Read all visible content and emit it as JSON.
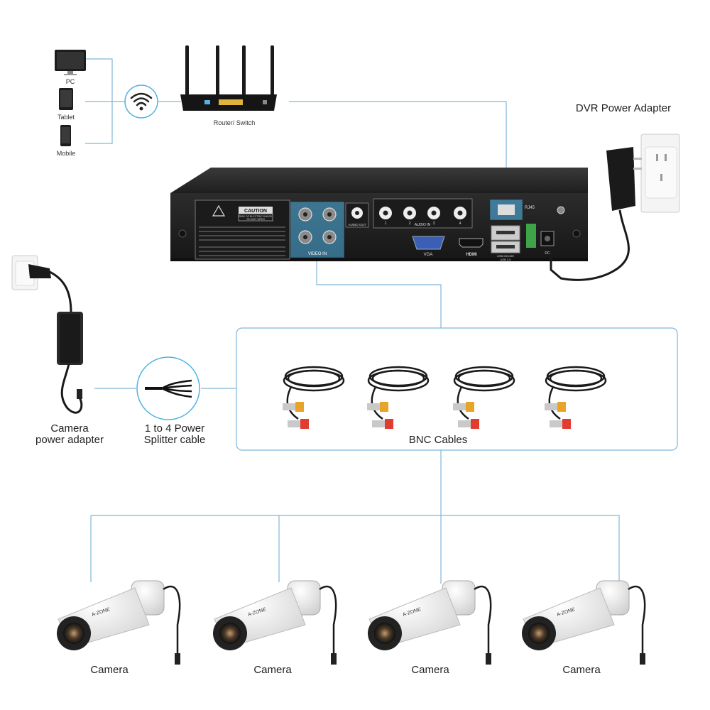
{
  "devices": {
    "pc": "PC",
    "tablet": "Tablet",
    "mobile": "Mobile"
  },
  "router": {
    "label": "Router/ Switch"
  },
  "dvr": {
    "caution_title": "CAUTION",
    "caution_line1": "RISK OF ELECTRIC SHOCK",
    "caution_line2": "DO NOT OPEN",
    "video_in": "VIDEO IN",
    "audio_out": "AUDIO OUT",
    "audio_in": "AUDIO IN",
    "vga": "VGA",
    "hdmi": "HDMI",
    "rj45": "RJ45",
    "usb": "USB MOUSE",
    "usb2": "USB 2.0",
    "dc": "DC",
    "ch1": "1",
    "ch2": "2",
    "ch3": "3",
    "ch4": "4"
  },
  "dvr_adapter": {
    "label": "DVR Power Adapter"
  },
  "camera_adapter": {
    "line1": "Camera",
    "line2": "power adapter"
  },
  "splitter": {
    "line1": "1 to 4 Power",
    "line2": "Splitter cable"
  },
  "bnc": {
    "label": "BNC Cables"
  },
  "cameras": [
    {
      "label": "Camera",
      "brand": "A-ZONE"
    },
    {
      "label": "Camera",
      "brand": "A-ZONE"
    },
    {
      "label": "Camera",
      "brand": "A-ZONE"
    },
    {
      "label": "Camera",
      "brand": "A-ZONE"
    }
  ],
  "colors": {
    "connector_line": "#7fb6d8",
    "accent_blue": "#4fb3e6",
    "dvr_body": "#2a2a2a"
  }
}
